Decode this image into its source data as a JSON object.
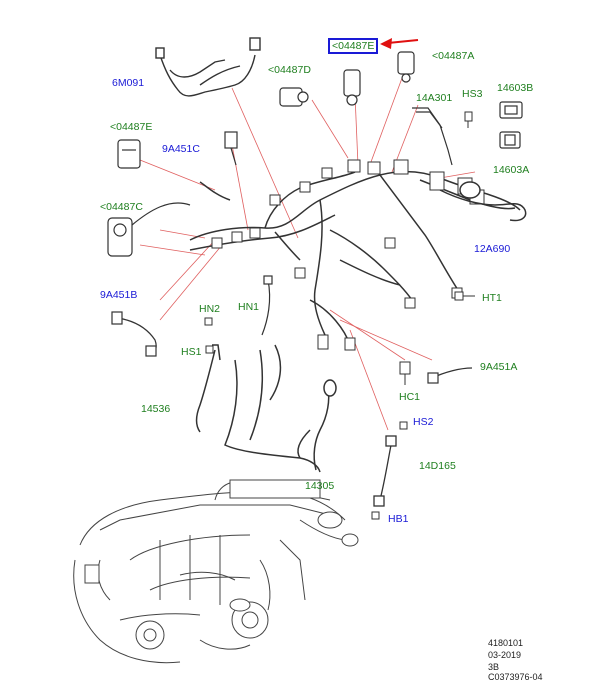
{
  "callouts": {
    "c_04487E_top": "<04487E",
    "c_04487A": "<04487A",
    "c_04487D": "<04487D",
    "c_6M091": "6M091",
    "c_14A301": "14A301",
    "c_HS3": "HS3",
    "c_14603B": "14603B",
    "c_14603A": "14603A",
    "c_04487E_left": "<04487E",
    "c_9A451C": "9A451C",
    "c_04487C": "<04487C",
    "c_12A690": "12A690",
    "c_9A451B": "9A451B",
    "c_HN2": "HN2",
    "c_HN1": "HN1",
    "c_HT1": "HT1",
    "c_HS1": "HS1",
    "c_9A451A": "9A451A",
    "c_HC1": "HC1",
    "c_14536": "14536",
    "c_HS2": "HS2",
    "c_14D165": "14D165",
    "c_14305": "14305",
    "c_HB1": "HB1"
  },
  "footer": {
    "ref_number": "4180101",
    "date": "03-2019",
    "revision": "3B",
    "image_code": "C0373976-04"
  },
  "colors": {
    "part_number_label": "#1a1ad6",
    "fastener_label": "#1f7f1f",
    "leader_line": "#e06060",
    "pointer_arrow": "#e01010",
    "drawing_line": "#333333"
  }
}
